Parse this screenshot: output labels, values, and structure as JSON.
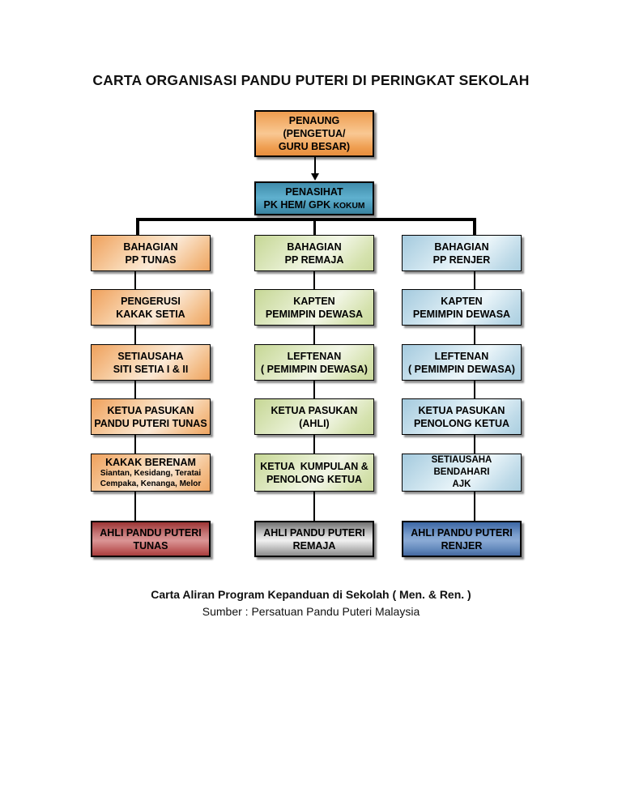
{
  "title": "CARTA ORGANISASI PANDU PUTERI DI PERINGKAT SEKOLAH",
  "chart": {
    "root": {
      "text": "PENAUNG\n(PENGETUA/\nGURU BESAR)"
    },
    "advisor": {
      "line1": "PENASIHAT",
      "line2_main": "PK HEM/ GPK ",
      "line2_small": "KOKUM"
    },
    "columns": [
      {
        "id": "pp-tunas",
        "boxes": [
          {
            "text": "BAHAGIAN\nPP TUNAS"
          },
          {
            "text": "PENGERUSI\nKAKAK SETIA"
          },
          {
            "text": "SETIAUSAHA\nSITI SETIA I & II"
          },
          {
            "text": "KETUA PASUKAN\nPANDU PUTERI TUNAS"
          },
          {
            "text": "KAKAK BERENAM",
            "subtext": "Siantan, Kesidang, Teratai\nCempaka, Kenanga, Melor"
          },
          {
            "text": "AHLI PANDU PUTERI\nTUNAS"
          }
        ]
      },
      {
        "id": "pp-remaja",
        "boxes": [
          {
            "text": "BAHAGIAN\nPP REMAJA"
          },
          {
            "text": "KAPTEN\nPEMIMPIN DEWASA"
          },
          {
            "text": "LEFTENAN\n( PEMIMPIN DEWASA)"
          },
          {
            "text": "KETUA PASUKAN\n(AHLI)"
          },
          {
            "text": "KETUA  KUMPULAN &\nPENOLONG KETUA"
          },
          {
            "text": "AHLI PANDU PUTERI\nREMAJA"
          }
        ]
      },
      {
        "id": "pp-renjer",
        "boxes": [
          {
            "text": "BAHAGIAN\nPP RENJER"
          },
          {
            "text": "KAPTEN\nPEMIMPIN DEWASA"
          },
          {
            "text": "LEFTENAN\n( PEMIMPIN DEWASA)"
          },
          {
            "text": "KETUA PASUKAN\nPENOLONG KETUA"
          },
          {
            "text": "SETIAUSAHA\nBENDAHARI\nAJK"
          },
          {
            "text": "AHLI PANDU PUTERI\nRENJER"
          }
        ]
      }
    ]
  },
  "footer": {
    "line1": "Carta Aliran Program Kepanduan di Sekolah ( Men. & Ren. )",
    "line2": "Sumber : Persatuan Pandu Puteri Malaysia"
  },
  "colors": {
    "root_orange": "#ee9c4f",
    "advisor_teal": "#4a9ab8",
    "column_tunas_orange": "#f3bc86",
    "column_remaja_green": "#d5e2ae",
    "column_renjer_blue": "#bedae8",
    "final_tunas_red": "#b85454",
    "final_remaja_gray": "#c0c0c0",
    "final_renjer_blue": "#5f85ba",
    "line_black": "#000000"
  }
}
